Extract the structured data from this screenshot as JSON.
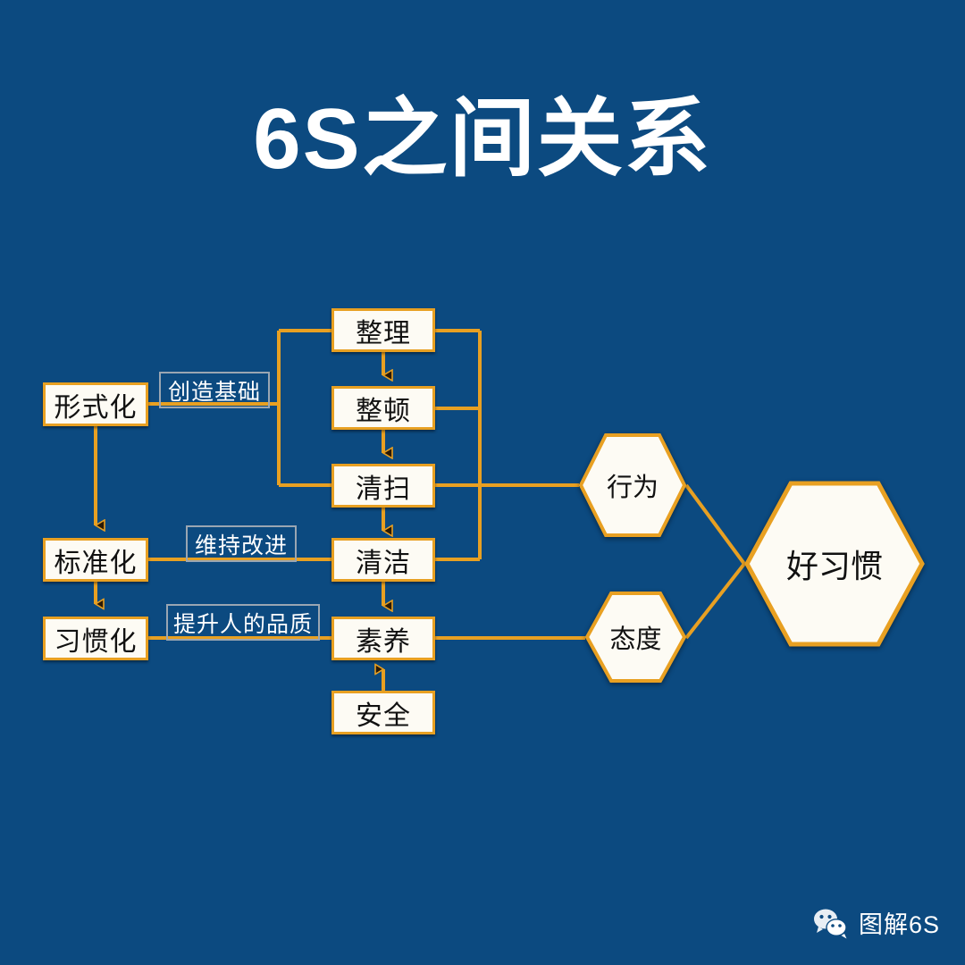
{
  "page": {
    "title": "6S之间关系",
    "background_color": "#0C4A80",
    "box_fill_color": "#FDFBF4",
    "box_border_color": "#E8A022",
    "connector_color": "#E8A022",
    "label_border_color": "#9AA6B2",
    "text_color": "#111111",
    "title_color": "#FFFFFF"
  },
  "left_column": {
    "nodes": [
      {
        "label": "形式化"
      },
      {
        "label": "标准化"
      },
      {
        "label": "习惯化"
      }
    ]
  },
  "captions": [
    {
      "label": "创造基础"
    },
    {
      "label": "维持改进"
    },
    {
      "label": "提升人的品质"
    }
  ],
  "center_column": {
    "nodes": [
      {
        "label": "整理"
      },
      {
        "label": "整顿"
      },
      {
        "label": "清扫"
      },
      {
        "label": "清洁"
      },
      {
        "label": "素养"
      },
      {
        "label": "安全"
      }
    ]
  },
  "right_column": {
    "nodes": [
      {
        "label": "行为"
      },
      {
        "label": "态度"
      }
    ]
  },
  "outcome": {
    "label": "好习惯"
  },
  "watermark": {
    "icon": "wechat-icon",
    "text": "图解6S"
  },
  "chart_data": {
    "type": "diagram",
    "title": "6S之间关系",
    "nodes": [
      {
        "id": "xingshihua",
        "label": "形式化",
        "group": "left",
        "shape": "rect"
      },
      {
        "id": "biaozhunhua",
        "label": "标准化",
        "group": "left",
        "shape": "rect"
      },
      {
        "id": "xiguanhua",
        "label": "习惯化",
        "group": "left",
        "shape": "rect"
      },
      {
        "id": "zhengli",
        "label": "整理",
        "group": "center",
        "shape": "rect"
      },
      {
        "id": "zhengdun",
        "label": "整顿",
        "group": "center",
        "shape": "rect"
      },
      {
        "id": "qingsao",
        "label": "清扫",
        "group": "center",
        "shape": "rect"
      },
      {
        "id": "qingjie",
        "label": "清洁",
        "group": "center",
        "shape": "rect"
      },
      {
        "id": "suyang",
        "label": "素养",
        "group": "center",
        "shape": "rect"
      },
      {
        "id": "anquan",
        "label": "安全",
        "group": "center",
        "shape": "rect"
      },
      {
        "id": "xingwei",
        "label": "行为",
        "group": "right",
        "shape": "hexagon"
      },
      {
        "id": "taidu",
        "label": "态度",
        "group": "right",
        "shape": "hexagon"
      },
      {
        "id": "haoxiguan",
        "label": "好习惯",
        "group": "outcome",
        "shape": "hexagon"
      }
    ],
    "edges": [
      {
        "from": "xingshihua",
        "to": "zhengli",
        "label": "创造基础",
        "arrow": false
      },
      {
        "from": "xingshihua",
        "to": "qingsao",
        "label": "创造基础",
        "arrow": false
      },
      {
        "from": "xingshihua",
        "to": "biaozhunhua",
        "label": "",
        "arrow": true
      },
      {
        "from": "biaozhunhua",
        "to": "qingjie",
        "label": "维持改进",
        "arrow": false
      },
      {
        "from": "biaozhunhua",
        "to": "xiguanhua",
        "label": "",
        "arrow": true
      },
      {
        "from": "xiguanhua",
        "to": "suyang",
        "label": "提升人的品质",
        "arrow": false
      },
      {
        "from": "zhengli",
        "to": "zhengdun",
        "label": "",
        "arrow": true
      },
      {
        "from": "zhengdun",
        "to": "qingsao",
        "label": "",
        "arrow": true
      },
      {
        "from": "qingsao",
        "to": "qingjie",
        "label": "",
        "arrow": true
      },
      {
        "from": "qingjie",
        "to": "suyang",
        "label": "",
        "arrow": true
      },
      {
        "from": "anquan",
        "to": "suyang",
        "label": "",
        "arrow": true
      },
      {
        "from": "zhengli",
        "to": "xingwei",
        "label": "",
        "arrow": false
      },
      {
        "from": "zhengdun",
        "to": "xingwei",
        "label": "",
        "arrow": false
      },
      {
        "from": "qingsao",
        "to": "xingwei",
        "label": "",
        "arrow": false
      },
      {
        "from": "qingjie",
        "to": "xingwei",
        "label": "",
        "arrow": false
      },
      {
        "from": "suyang",
        "to": "taidu",
        "label": "",
        "arrow": false
      },
      {
        "from": "xingwei",
        "to": "haoxiguan",
        "label": "",
        "arrow": false
      },
      {
        "from": "taidu",
        "to": "haoxiguan",
        "label": "",
        "arrow": false
      }
    ]
  }
}
